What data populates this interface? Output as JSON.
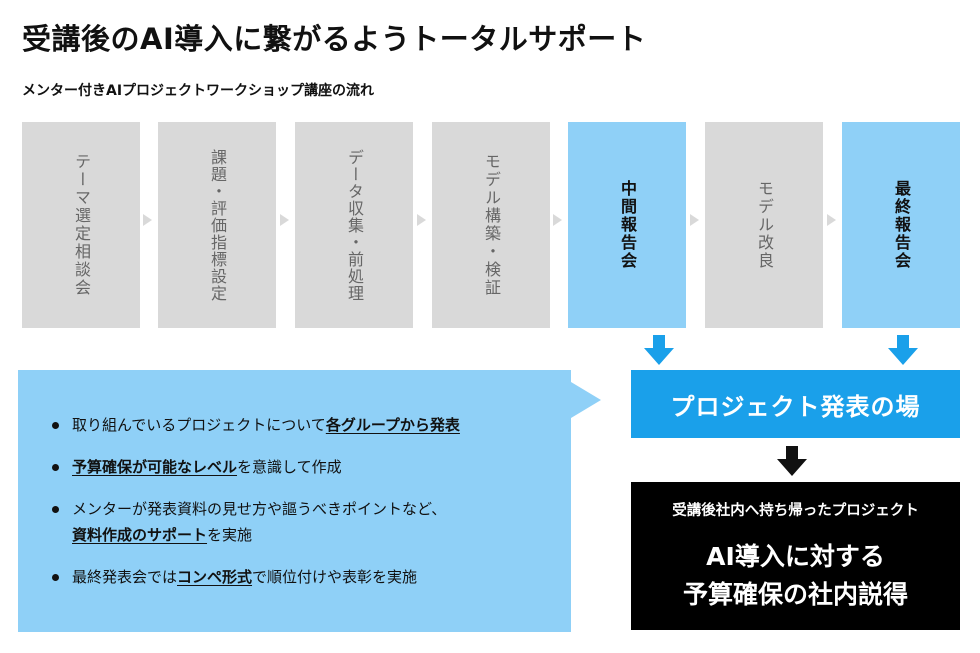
{
  "title": "受講後のAI導入に繋がるようトータルサポート",
  "subtitle": "メンター付きAIプロジェクトワークショップ講座の流れ",
  "steps": [
    {
      "label": "テーマ選定相談会",
      "highlight": false
    },
    {
      "label": "課題・評価指標設定",
      "highlight": false
    },
    {
      "label": "データ収集・前処理",
      "highlight": false
    },
    {
      "label": "モデル構築・検証",
      "highlight": false
    },
    {
      "label": "中間報告会",
      "highlight": true
    },
    {
      "label": "モデル改良",
      "highlight": false
    },
    {
      "label": "最終報告会",
      "highlight": true
    }
  ],
  "bullets": [
    {
      "p1": "取り組んでいるプロジェクトについて",
      "u1": "各グループから発表",
      "p2": ""
    },
    {
      "p1": "",
      "u1": "予算確保が可能なレベル",
      "p2": "を意識して作成"
    },
    {
      "p1": "メンターが発表資料の見せ方や謳うべきポイントなど、",
      "u1": "資料作成のサポート",
      "p2": "を実施"
    },
    {
      "p1": "最終発表会では",
      "u1": "コンペ形式",
      "p2": "で順位付けや表彰を実施"
    }
  ],
  "venue": "プロジェクト発表の場",
  "result": {
    "small": "受講後社内へ持ち帰ったプロジェクト",
    "big_line1": "AI導入に対する",
    "big_line2": "予算確保の社内説得"
  },
  "colors": {
    "step_gray": "#d9d9d9",
    "step_text_gray": "#666666",
    "highlight_light_blue": "#8fd0f7",
    "venue_blue": "#1aa0ea",
    "arrow_blue": "#1aa0ea",
    "result_black": "#000000"
  }
}
